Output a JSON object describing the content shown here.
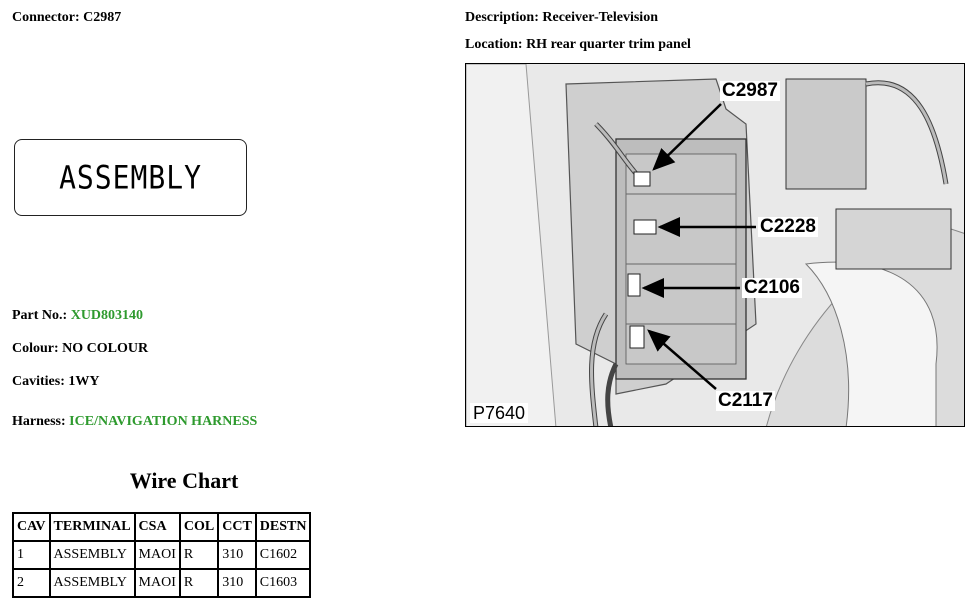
{
  "connector": {
    "label": "Connector:",
    "value": "C2987"
  },
  "description": {
    "label": "Description:",
    "value": "Receiver-Television"
  },
  "location": {
    "label": "Location:",
    "value": "RH rear quarter trim panel"
  },
  "assembly_label": "ASSEMBLY",
  "part": {
    "label": "Part No.:",
    "value": "XUD803140"
  },
  "colour": {
    "label": "Colour:",
    "value": "NO COLOUR"
  },
  "cavities": {
    "label": "Cavities:",
    "value": "1WY"
  },
  "harness": {
    "label": "Harness:",
    "value": "ICE/NAVIGATION HARNESS"
  },
  "wire_chart": {
    "title": "Wire Chart",
    "headers": [
      "CAV",
      "TERMINAL",
      "CSA",
      "COL",
      "CCT",
      "DESTN"
    ],
    "rows": [
      [
        "1",
        "ASSEMBLY",
        "MAOI",
        "R",
        "310",
        "C1602"
      ],
      [
        "2",
        "ASSEMBLY",
        "MAOI",
        "R",
        "310",
        "C1603"
      ]
    ]
  },
  "photo": {
    "ref": "P7640",
    "callouts": [
      "C2987",
      "C2228",
      "C2106",
      "C2117"
    ]
  },
  "colors": {
    "link_green": "#2e9a2e"
  }
}
